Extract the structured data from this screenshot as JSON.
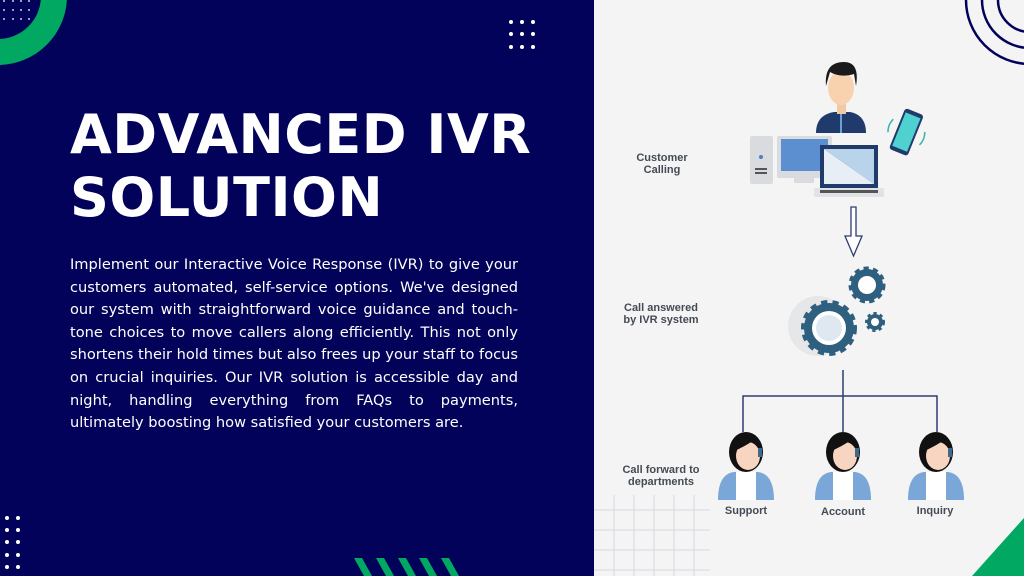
{
  "slide": {
    "title_line1": "ADVANCED IVR",
    "title_line2": "SOLUTION",
    "body": "Implement our Interactive Voice Response (IVR) to give your customers automated, self-service options. We've designed our system with straightforward voice guidance and touch-tone choices to move callers along efficiently. This not only shortens their hold times but also frees up your staff to focus on crucial inquiries. Our IVR solution is accessible day and night, handling everything from FAQs to payments, ultimately boosting how satisfied your customers are."
  },
  "diagram": {
    "step1": "Customer Calling",
    "step2": "Call answered by IVR system",
    "step3": "Call forward to departments",
    "departments": [
      "Support",
      "Account",
      "Inquiry"
    ]
  },
  "colors": {
    "navy": "#02025a",
    "green": "#00a862",
    "panel": "#f4f4f5"
  }
}
